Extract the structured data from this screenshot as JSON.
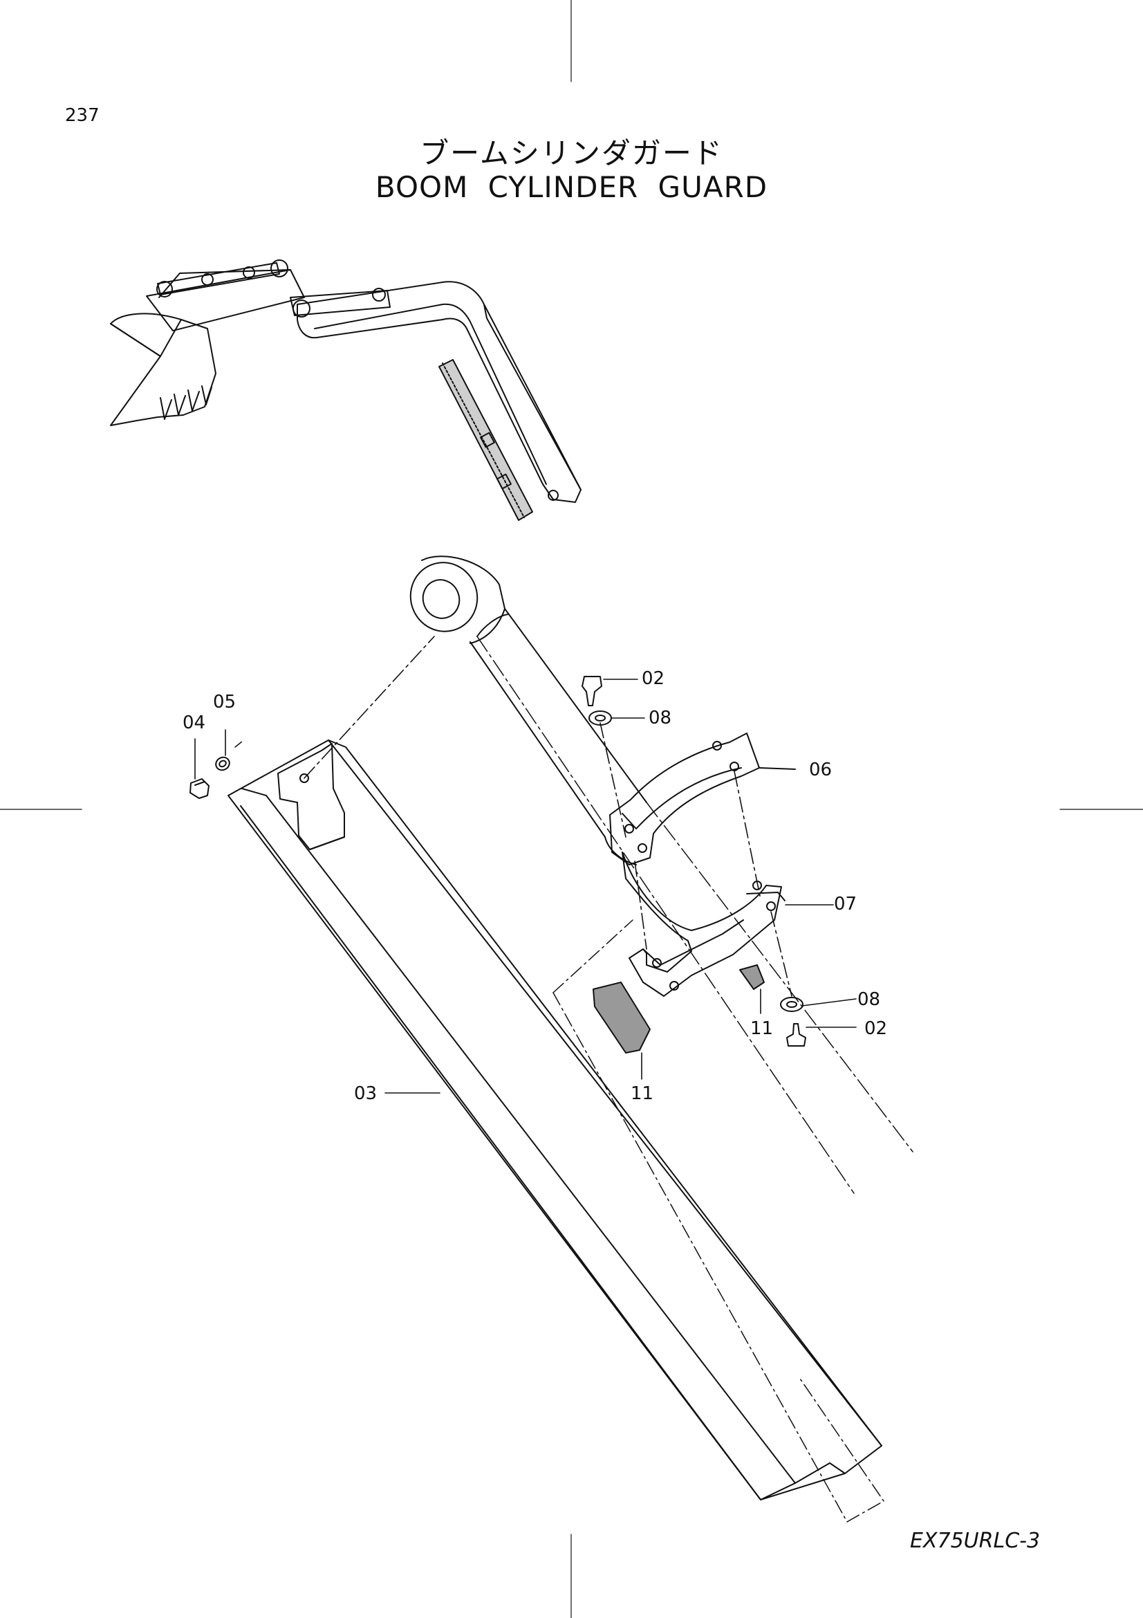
{
  "header": {
    "page_number": "237",
    "title_jp": "ブームシリンダガード",
    "title_en": "BOOM CYLINDER GUARD"
  },
  "footer": {
    "model": "EX75URLC-3"
  },
  "callouts": [
    "02",
    "08",
    "05",
    "04",
    "06",
    "07",
    "08",
    "11",
    "02",
    "03",
    "11"
  ]
}
